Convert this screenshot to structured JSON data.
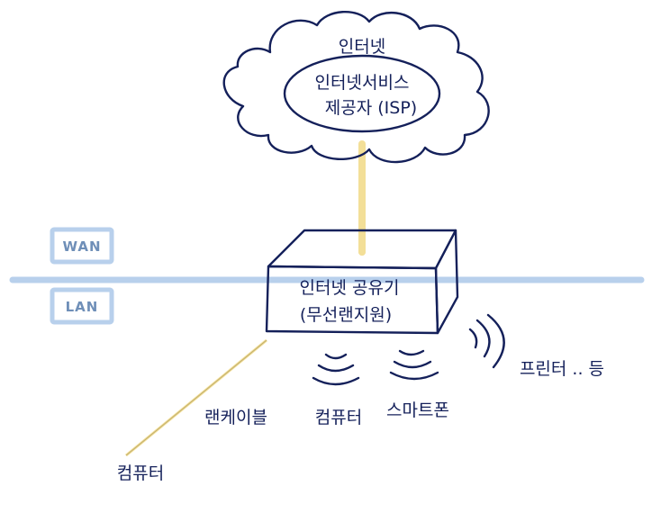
{
  "cloud": {
    "title": "인터넷",
    "isp_line1": "인터넷서비스",
    "isp_line2": "제공자 (ISP)"
  },
  "network_labels": {
    "wan": "WAN",
    "lan": "LAN"
  },
  "router": {
    "line1": "인터넷 공유기",
    "line2": "(무선랜지원)"
  },
  "wired": {
    "cable_label": "랜케이블",
    "device_label": "컴퓨터"
  },
  "wireless_devices": {
    "computer": "컴퓨터",
    "smartphone": "스마트폰",
    "printer": "프린터 .. 등"
  },
  "colors": {
    "ink": "#14205a",
    "network_line": "#b8d0ec",
    "uplink": "#f3df98",
    "box_label_border": "#b8d0ec"
  }
}
